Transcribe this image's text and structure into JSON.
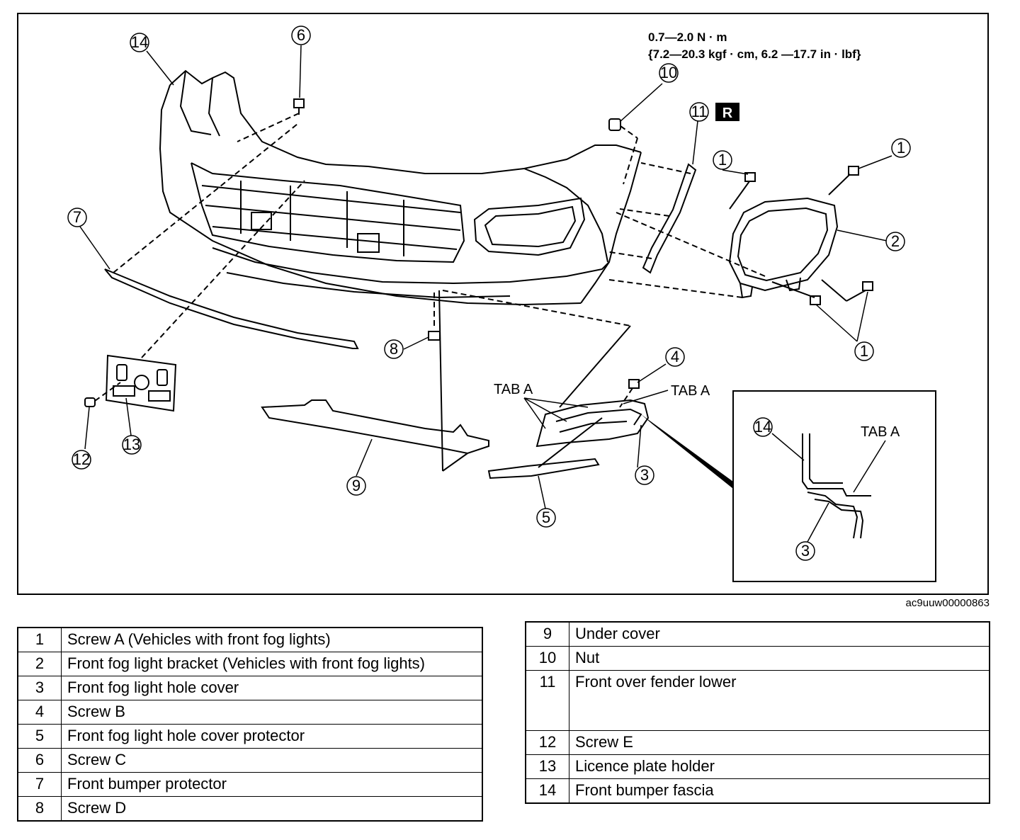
{
  "diagram": {
    "torque_spec_line1": "0.7—2.0 N · m",
    "torque_spec_line2": "{7.2—20.3 kgf · cm, 6.2 —17.7 in · lbf}",
    "replace_badge": "R",
    "tab_label": "TAB A",
    "image_code": "ac9uuw00000863",
    "callouts": [
      "1",
      "2",
      "3",
      "4",
      "5",
      "6",
      "7",
      "8",
      "9",
      "10",
      "11",
      "12",
      "13",
      "14"
    ]
  },
  "legend_left": [
    {
      "num": "1",
      "desc": "Screw A (Vehicles with front fog lights)"
    },
    {
      "num": "2",
      "desc": "Front fog light bracket (Vehicles with front fog lights)"
    },
    {
      "num": "3",
      "desc": "Front fog light hole cover"
    },
    {
      "num": "4",
      "desc": "Screw B"
    },
    {
      "num": "5",
      "desc": "Front fog light hole cover protector"
    },
    {
      "num": "6",
      "desc": "Screw C"
    },
    {
      "num": "7",
      "desc": "Front bumper protector"
    },
    {
      "num": "8",
      "desc": "Screw D"
    }
  ],
  "legend_right": [
    {
      "num": "9",
      "desc": "Under cover"
    },
    {
      "num": "10",
      "desc": "Nut"
    },
    {
      "num": "11",
      "desc": "Front over fender lower"
    },
    {
      "num": "12",
      "desc": "Screw E"
    },
    {
      "num": "13",
      "desc": "Licence plate holder"
    },
    {
      "num": "14",
      "desc": "Front bumper fascia"
    }
  ]
}
